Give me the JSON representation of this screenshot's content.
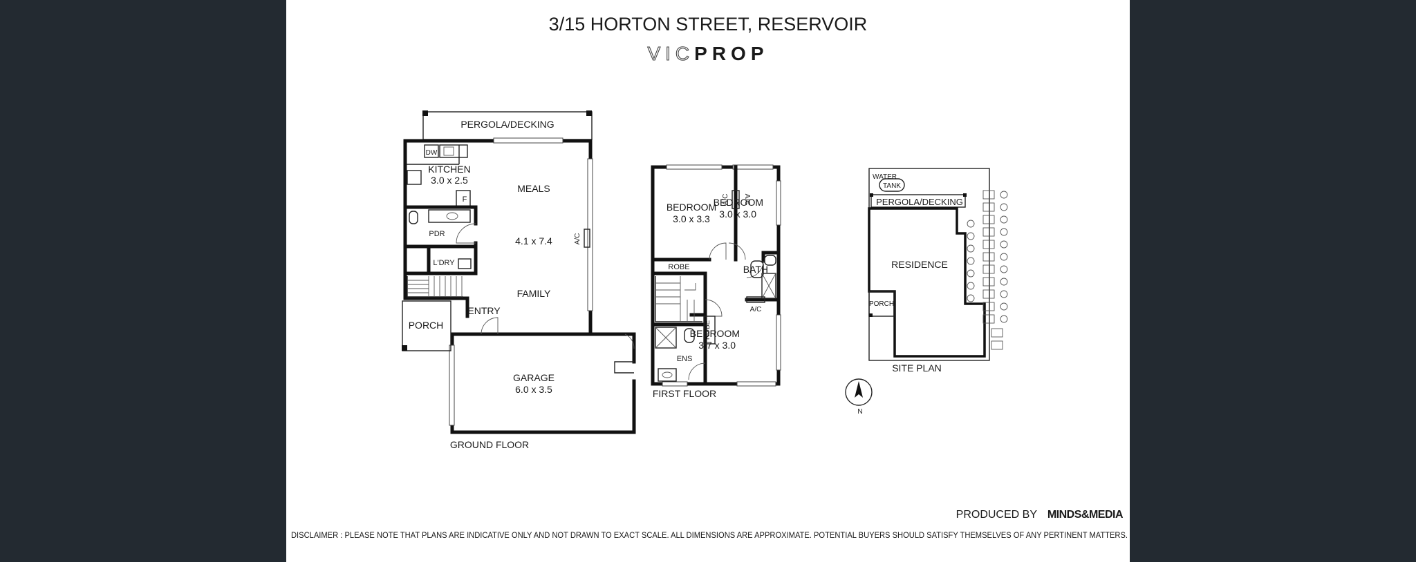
{
  "header": {
    "title": "3/15 HORTON STREET, RESERVOIR",
    "brand_light": "VIC",
    "brand_bold": "PROP"
  },
  "ground_floor": {
    "label": "GROUND FLOOR",
    "pergola": "PERGOLA/DECKING",
    "dw": "DW",
    "kitchen": "KITCHEN",
    "kitchen_dim": "3.0 x 2.5",
    "fridge": "F",
    "meals": "MEALS",
    "living_dim": "4.1 x 7.4",
    "family": "FAMILY",
    "ac": "A/C",
    "pdr": "PDR",
    "laundry": "L'DRY",
    "entry": "ENTRY",
    "porch": "PORCH",
    "garage": "GARAGE",
    "garage_dim": "6.0 x 3.5"
  },
  "first_floor": {
    "label": "FIRST FLOOR",
    "bedroom": "BEDROOM",
    "bed1_dim": "3.0 x 3.3",
    "bed2_dim": "3.0 x 3.0",
    "bed3_dim": "3.7 x 3.0",
    "ac": "A/C",
    "robe": "ROBE",
    "bath": "BATH",
    "ens": "ENS"
  },
  "site_plan": {
    "label": "SITE PLAN",
    "water": "WATER",
    "tank": "TANK",
    "pergola": "PERGOLA/DECKING",
    "residence": "RESIDENCE",
    "porch": "PORCH"
  },
  "compass": {
    "north": "N"
  },
  "footer": {
    "produced_by": "PRODUCED BY",
    "producer": "MINDS&MEDIA",
    "disclaimer": "DISCLAIMER : PLEASE NOTE THAT PLANS ARE INDICATIVE ONLY AND NOT DRAWN TO EXACT SCALE. ALL DIMENSIONS ARE APPROXIMATE. POTENTIAL BUYERS SHOULD SATISFY THEMSELVES OF ANY PERTINENT MATTERS."
  }
}
